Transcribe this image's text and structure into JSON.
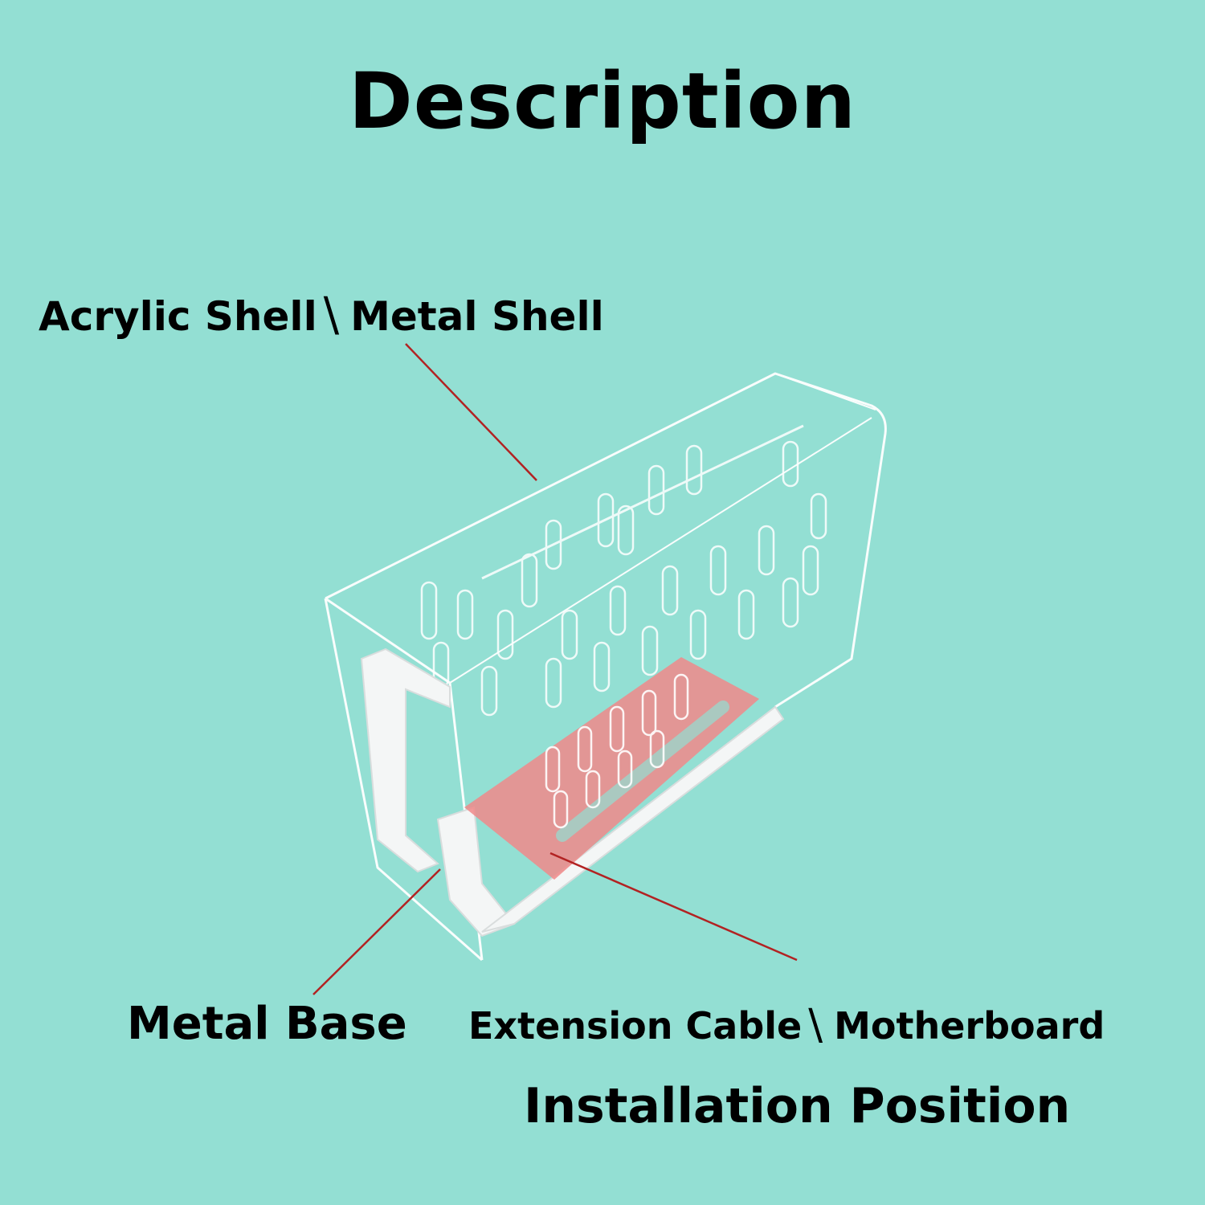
{
  "title": "Description",
  "labels": {
    "shell": "Acrylic Shell",
    "shell_alt": "Metal Shell",
    "base": "Metal Base",
    "cable": "Extension Cable",
    "cable_alt": "Motherboard",
    "install": "Installation Position",
    "separator": "\\"
  },
  "colors": {
    "background": "#93dfd3",
    "leader_line": "#b22222",
    "highlight": "#f08a8a",
    "acrylic_edge": "#ffffff"
  }
}
